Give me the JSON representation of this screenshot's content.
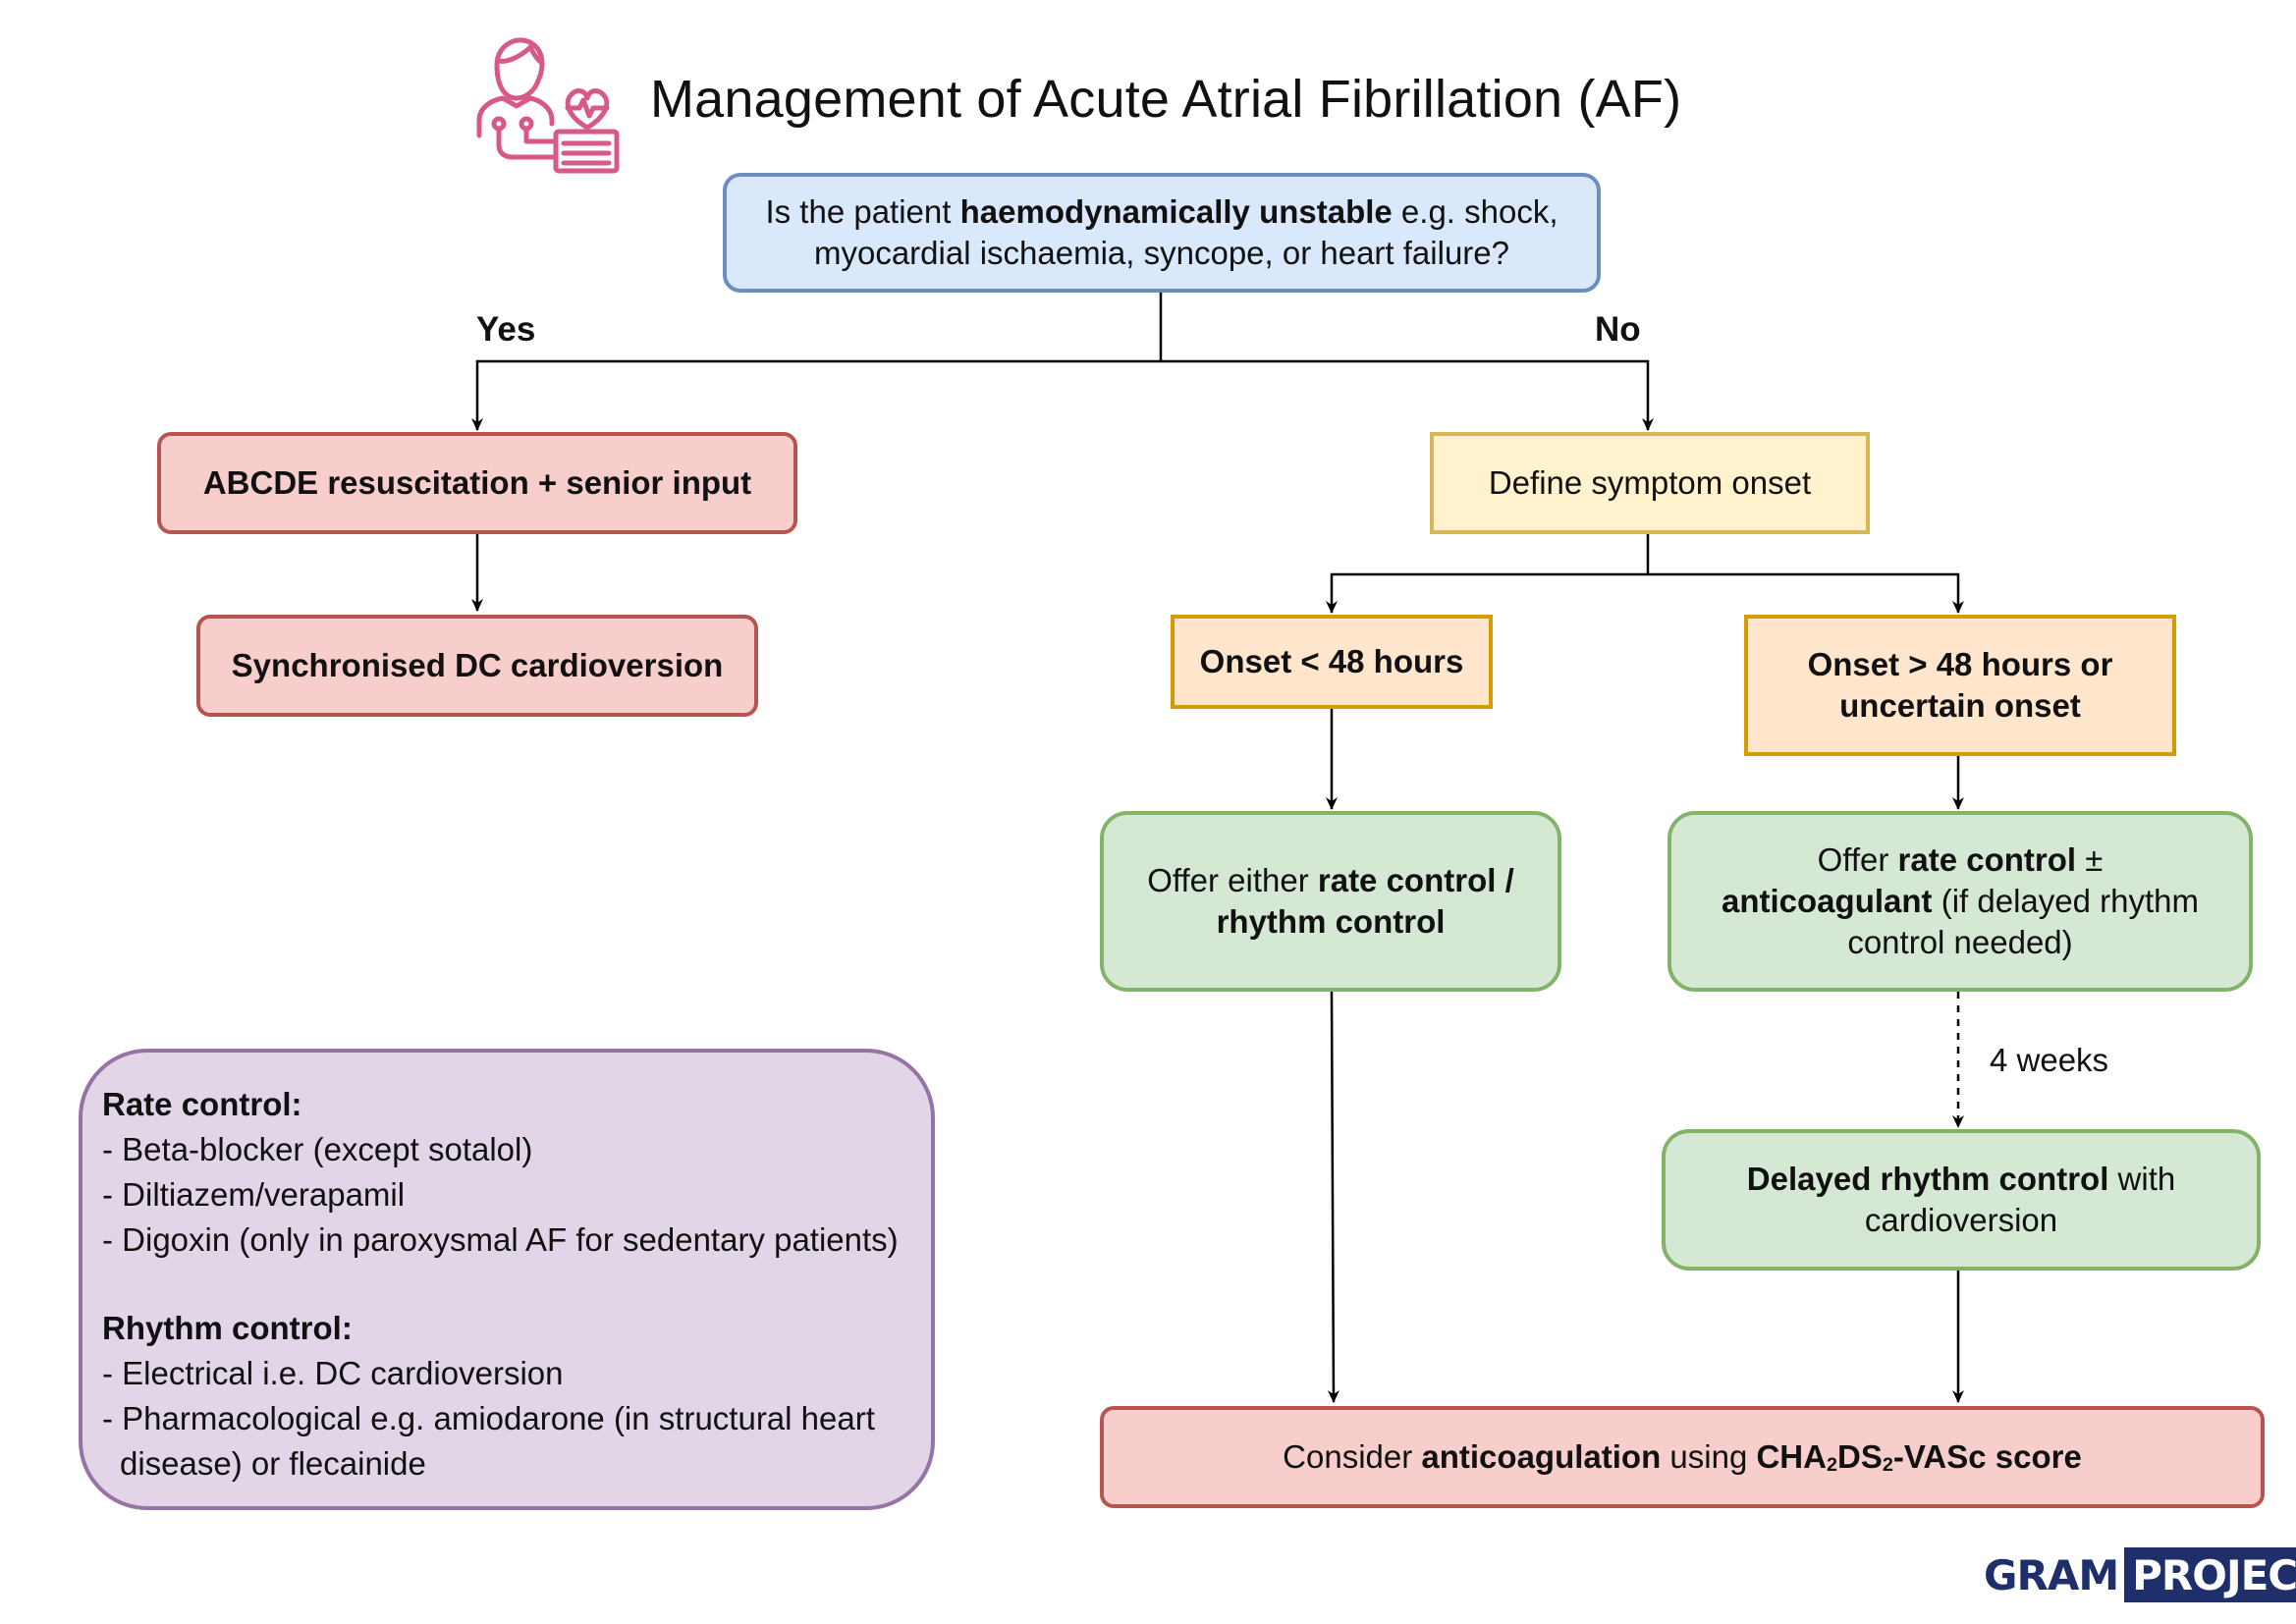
{
  "title": "Management of Acute Atrial Fibrillation (AF)",
  "question": {
    "pre": "Is the patient ",
    "bold": "haemodynamically unstable",
    "post": " e.g. shock,",
    "line2": "myocardial ischaemia, syncope, or heart failure?"
  },
  "branch_labels": {
    "yes": "Yes",
    "no": "No"
  },
  "yes_path": {
    "resuscitation": "ABCDE resuscitation + senior input",
    "cardioversion": "Synchronised DC cardioversion"
  },
  "no_path": {
    "define_onset": "Define symptom onset",
    "onset_short": "Onset < 48 hours",
    "onset_long_line1": "Onset > 48 hours or",
    "onset_long_line2": "uncertain onset",
    "offer_either_pre": "Offer either ",
    "offer_either_bold1": "rate control /",
    "offer_either_bold2": "rhythm control",
    "offer_rate_pre": "Offer ",
    "offer_rate_bold1": "rate control",
    "offer_rate_mid": " ±",
    "offer_rate_bold2": "anticoagulant",
    "offer_rate_post": " (if delayed rhythm",
    "offer_rate_line3": "control needed)",
    "wait_label": "4 weeks",
    "delayed_bold": "Delayed rhythm control",
    "delayed_post": " with",
    "delayed_line2": "cardioversion"
  },
  "final": {
    "pre": "Consider ",
    "bold1": "anticoagulation",
    "mid": " using ",
    "bold2_a": "CHA",
    "sub_a": "2",
    "bold2_b": "DS",
    "sub_b": "2",
    "bold2_c": "-VASc score"
  },
  "legend": {
    "rate_heading": "Rate control:",
    "rate_items": [
      "- Beta-blocker (except sotalol)",
      "- Diltiazem/verapamil",
      "- Digoxin (only in paroxysmal AF for sedentary patients)"
    ],
    "rhythm_heading": "Rhythm control:",
    "rhythm_items": [
      "- Electrical i.e. DC cardioversion",
      "- Pharmacological e.g. amiodarone (in structural heart",
      "disease) or flecainide"
    ]
  },
  "logo": {
    "left": "GRAM",
    "right": "PROJECT"
  },
  "icons": {
    "header": "patient-heart-monitor-icon"
  },
  "colors": {
    "icon_pink": "#d6598a",
    "logo_navy": "#1f2f6b"
  }
}
